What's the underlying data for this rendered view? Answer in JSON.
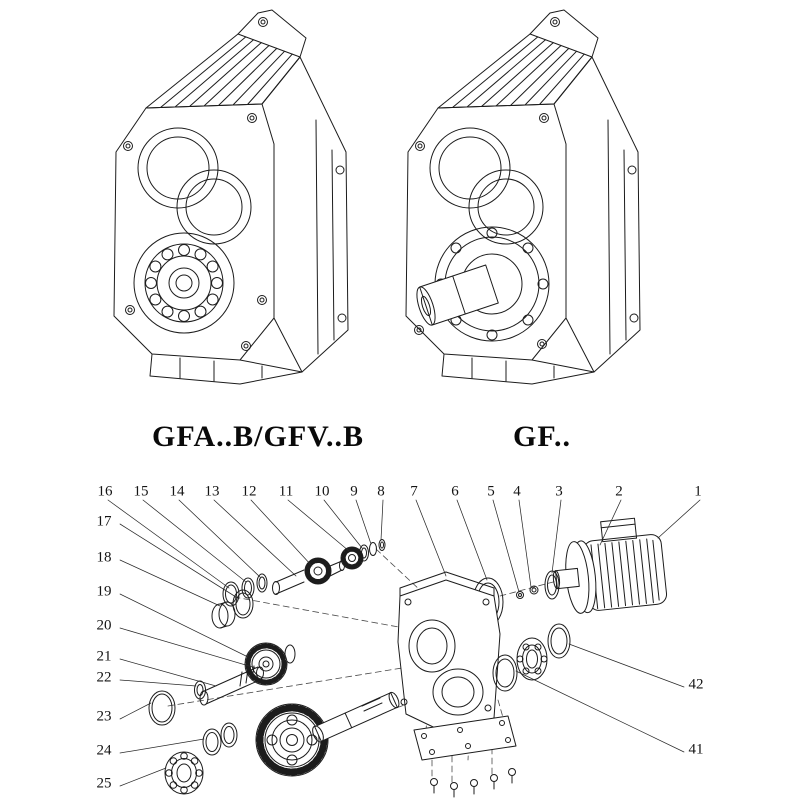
{
  "figures": {
    "left": {
      "label": "GFA..B/GFV..B"
    },
    "right": {
      "label": "GF.."
    }
  },
  "exploded": {
    "top_row": [
      "16",
      "15",
      "14",
      "13",
      "12",
      "11",
      "10",
      "9",
      "8",
      "7",
      "6",
      "5",
      "4",
      "3",
      "2",
      "1"
    ],
    "left_col": [
      "17",
      "18",
      "19",
      "20",
      "21",
      "22",
      "23",
      "24",
      "25"
    ],
    "right_col": [
      "42",
      "41"
    ]
  },
  "colors": {
    "ink": "#1c1c1c",
    "background": "#ffffff"
  }
}
